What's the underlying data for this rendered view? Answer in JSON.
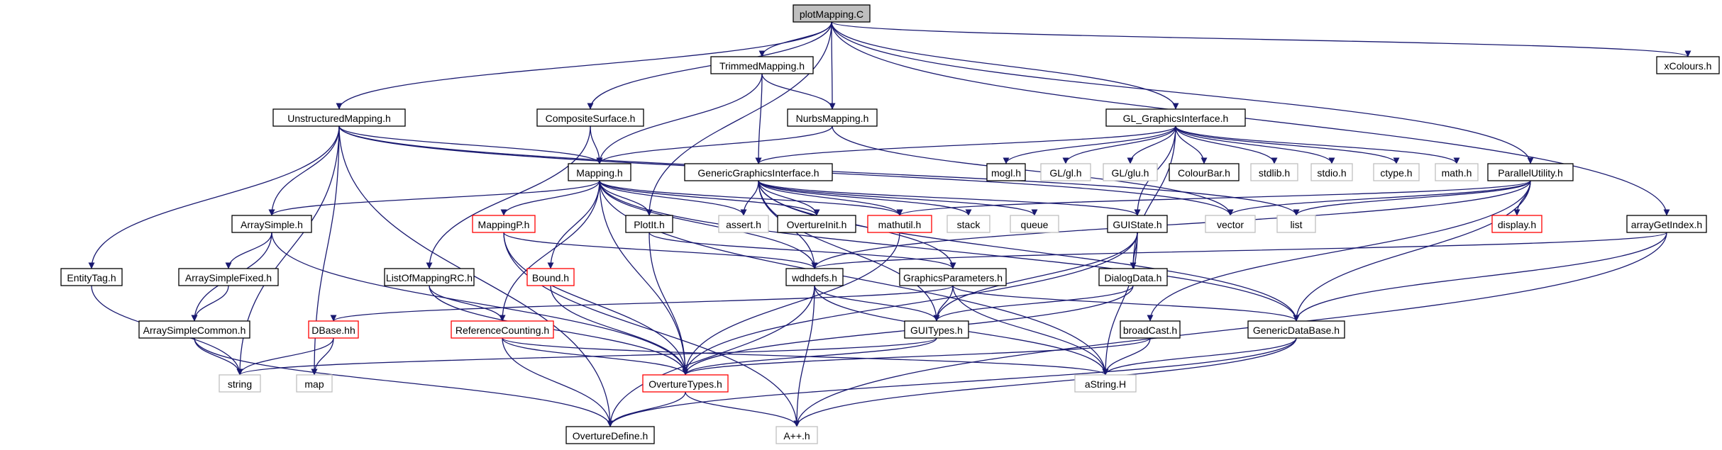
{
  "colors": {
    "edge": "#191970",
    "normal_border": "#000000",
    "missing_border": "#bfbfbf",
    "red_border": "#ff0000",
    "root_fill": "#bfbfbf",
    "fill": "#ffffff"
  },
  "nodes": [
    {
      "id": "plotMapping_C",
      "label": "plotMapping.C",
      "style": "root"
    },
    {
      "id": "TrimmedMapping_h",
      "label": "TrimmedMapping.h",
      "style": "normal"
    },
    {
      "id": "xColours_h",
      "label": "xColours.h",
      "style": "normal"
    },
    {
      "id": "UnstructuredMapping_h",
      "label": "UnstructuredMapping.h",
      "style": "normal"
    },
    {
      "id": "CompositeSurface_h",
      "label": "CompositeSurface.h",
      "style": "normal"
    },
    {
      "id": "NurbsMapping_h",
      "label": "NurbsMapping.h",
      "style": "normal"
    },
    {
      "id": "GL_GraphicsInterface_h",
      "label": "GL_GraphicsInterface.h",
      "style": "normal"
    },
    {
      "id": "Mapping_h",
      "label": "Mapping.h",
      "style": "normal"
    },
    {
      "id": "GenericGraphicsInterface_h",
      "label": "GenericGraphicsInterface.h",
      "style": "normal"
    },
    {
      "id": "mogl_h",
      "label": "mogl.h",
      "style": "normal"
    },
    {
      "id": "GL_gl_h",
      "label": "GL/gl.h",
      "style": "missing"
    },
    {
      "id": "GL_glu_h",
      "label": "GL/glu.h",
      "style": "missing"
    },
    {
      "id": "ColourBar_h",
      "label": "ColourBar.h",
      "style": "normal"
    },
    {
      "id": "stdlib_h",
      "label": "stdlib.h",
      "style": "missing"
    },
    {
      "id": "stdio_h",
      "label": "stdio.h",
      "style": "missing"
    },
    {
      "id": "ctype_h",
      "label": "ctype.h",
      "style": "missing"
    },
    {
      "id": "math_h",
      "label": "math.h",
      "style": "missing"
    },
    {
      "id": "ParallelUtility_h",
      "label": "ParallelUtility.h",
      "style": "normal"
    },
    {
      "id": "ArraySimple_h",
      "label": "ArraySimple.h",
      "style": "normal"
    },
    {
      "id": "MappingP_h",
      "label": "MappingP.h",
      "style": "red"
    },
    {
      "id": "PlotIt_h",
      "label": "PlotIt.h",
      "style": "normal"
    },
    {
      "id": "assert_h",
      "label": "assert.h",
      "style": "missing"
    },
    {
      "id": "OvertureInit_h",
      "label": "OvertureInit.h",
      "style": "normal"
    },
    {
      "id": "mathutil_h",
      "label": "mathutil.h",
      "style": "red"
    },
    {
      "id": "stack",
      "label": "stack",
      "style": "missing"
    },
    {
      "id": "queue",
      "label": "queue",
      "style": "missing"
    },
    {
      "id": "GUIState_h",
      "label": "GUIState.h",
      "style": "normal"
    },
    {
      "id": "vector",
      "label": "vector",
      "style": "missing"
    },
    {
      "id": "list",
      "label": "list",
      "style": "missing"
    },
    {
      "id": "display_h",
      "label": "display.h",
      "style": "red"
    },
    {
      "id": "arrayGetIndex_h",
      "label": "arrayGetIndex.h",
      "style": "normal"
    },
    {
      "id": "EntityTag_h",
      "label": "EntityTag.h",
      "style": "normal"
    },
    {
      "id": "ArraySimpleFixed_h",
      "label": "ArraySimpleFixed.h",
      "style": "normal"
    },
    {
      "id": "ListOfMappingRC_h",
      "label": "ListOfMappingRC.h",
      "style": "normal"
    },
    {
      "id": "Bound_h",
      "label": "Bound.h",
      "style": "red"
    },
    {
      "id": "wdhdefs_h",
      "label": "wdhdefs.h",
      "style": "normal"
    },
    {
      "id": "GraphicsParameters_h",
      "label": "GraphicsParameters.h",
      "style": "normal"
    },
    {
      "id": "DialogData_h",
      "label": "DialogData.h",
      "style": "normal"
    },
    {
      "id": "ArraySimpleCommon_h",
      "label": "ArraySimpleCommon.h",
      "style": "normal"
    },
    {
      "id": "DBase_hh",
      "label": "DBase.hh",
      "style": "red"
    },
    {
      "id": "ReferenceCounting_h",
      "label": "ReferenceCounting.h",
      "style": "red"
    },
    {
      "id": "GUITypes_h",
      "label": "GUITypes.h",
      "style": "normal"
    },
    {
      "id": "broadCast_h",
      "label": "broadCast.h",
      "style": "normal"
    },
    {
      "id": "GenericDataBase_h",
      "label": "GenericDataBase.h",
      "style": "normal"
    },
    {
      "id": "string",
      "label": "string",
      "style": "missing"
    },
    {
      "id": "map",
      "label": "map",
      "style": "missing"
    },
    {
      "id": "OvertureTypes_h",
      "label": "OvertureTypes.h",
      "style": "red"
    },
    {
      "id": "aString_H",
      "label": "aString.H",
      "style": "missing"
    },
    {
      "id": "OvertureDefine_h",
      "label": "OvertureDefine.h",
      "style": "normal"
    },
    {
      "id": "Aplusplus_h",
      "label": "A++.h",
      "style": "missing"
    }
  ],
  "edges": [
    [
      "plotMapping_C",
      "TrimmedMapping_h"
    ],
    [
      "plotMapping_C",
      "xColours_h"
    ],
    [
      "plotMapping_C",
      "UnstructuredMapping_h"
    ],
    [
      "plotMapping_C",
      "CompositeSurface_h"
    ],
    [
      "plotMapping_C",
      "NurbsMapping_h"
    ],
    [
      "plotMapping_C",
      "GL_GraphicsInterface_h"
    ],
    [
      "plotMapping_C",
      "PlotIt_h"
    ],
    [
      "plotMapping_C",
      "ParallelUtility_h"
    ],
    [
      "plotMapping_C",
      "arrayGetIndex_h"
    ],
    [
      "TrimmedMapping_h",
      "NurbsMapping_h"
    ],
    [
      "TrimmedMapping_h",
      "Mapping_h"
    ],
    [
      "TrimmedMapping_h",
      "GenericGraphicsInterface_h"
    ],
    [
      "UnstructuredMapping_h",
      "Mapping_h"
    ],
    [
      "UnstructuredMapping_h",
      "ArraySimple_h"
    ],
    [
      "UnstructuredMapping_h",
      "EntityTag_h"
    ],
    [
      "UnstructuredMapping_h",
      "string"
    ],
    [
      "UnstructuredMapping_h",
      "map"
    ],
    [
      "UnstructuredMapping_h",
      "OvertureDefine_h"
    ],
    [
      "UnstructuredMapping_h",
      "vector"
    ],
    [
      "UnstructuredMapping_h",
      "list"
    ],
    [
      "CompositeSurface_h",
      "Mapping_h"
    ],
    [
      "CompositeSurface_h",
      "ListOfMappingRC_h"
    ],
    [
      "NurbsMapping_h",
      "Mapping_h"
    ],
    [
      "NurbsMapping_h",
      "vector"
    ],
    [
      "GL_GraphicsInterface_h",
      "GenericGraphicsInterface_h"
    ],
    [
      "GL_GraphicsInterface_h",
      "mogl_h"
    ],
    [
      "GL_GraphicsInterface_h",
      "GL_gl_h"
    ],
    [
      "GL_GraphicsInterface_h",
      "GL_glu_h"
    ],
    [
      "GL_GraphicsInterface_h",
      "ColourBar_h"
    ],
    [
      "GL_GraphicsInterface_h",
      "stdlib_h"
    ],
    [
      "GL_GraphicsInterface_h",
      "stdio_h"
    ],
    [
      "GL_GraphicsInterface_h",
      "ctype_h"
    ],
    [
      "GL_GraphicsInterface_h",
      "math_h"
    ],
    [
      "GL_GraphicsInterface_h",
      "DialogData_h"
    ],
    [
      "GL_GraphicsInterface_h",
      "GUIState_h"
    ],
    [
      "Mapping_h",
      "ArraySimple_h"
    ],
    [
      "Mapping_h",
      "MappingP_h"
    ],
    [
      "Mapping_h",
      "PlotIt_h"
    ],
    [
      "Mapping_h",
      "assert_h"
    ],
    [
      "Mapping_h",
      "OvertureInit_h"
    ],
    [
      "Mapping_h",
      "mathutil_h"
    ],
    [
      "Mapping_h",
      "Bound_h"
    ],
    [
      "Mapping_h",
      "wdhdefs_h"
    ],
    [
      "Mapping_h",
      "ReferenceCounting_h"
    ],
    [
      "Mapping_h",
      "GenericDataBase_h"
    ],
    [
      "Mapping_h",
      "aString_H"
    ],
    [
      "Mapping_h",
      "OvertureTypes_h"
    ],
    [
      "GenericGraphicsInterface_h",
      "assert_h"
    ],
    [
      "GenericGraphicsInterface_h",
      "OvertureInit_h"
    ],
    [
      "GenericGraphicsInterface_h",
      "mathutil_h"
    ],
    [
      "GenericGraphicsInterface_h",
      "stack"
    ],
    [
      "GenericGraphicsInterface_h",
      "queue"
    ],
    [
      "GenericGraphicsInterface_h",
      "GUIState_h"
    ],
    [
      "GenericGraphicsInterface_h",
      "GraphicsParameters_h"
    ],
    [
      "GenericGraphicsInterface_h",
      "GUITypes_h"
    ],
    [
      "GenericGraphicsInterface_h",
      "wdhdefs_h"
    ],
    [
      "GenericGraphicsInterface_h",
      "GenericDataBase_h"
    ],
    [
      "ParallelUtility_h",
      "mathutil_h"
    ],
    [
      "ParallelUtility_h",
      "vector"
    ],
    [
      "ParallelUtility_h",
      "list"
    ],
    [
      "ParallelUtility_h",
      "display_h"
    ],
    [
      "ParallelUtility_h",
      "broadCast_h"
    ],
    [
      "ParallelUtility_h",
      "GenericDataBase_h"
    ],
    [
      "ParallelUtility_h",
      "wdhdefs_h"
    ],
    [
      "ArraySimple_h",
      "ArraySimpleFixed_h"
    ],
    [
      "ArraySimple_h",
      "ArraySimpleCommon_h"
    ],
    [
      "ArraySimple_h",
      "OvertureTypes_h"
    ],
    [
      "ArraySimpleFixed_h",
      "ArraySimpleCommon_h"
    ],
    [
      "ArraySimpleCommon_h",
      "string"
    ],
    [
      "ArraySimpleCommon_h",
      "OvertureDefine_h"
    ],
    [
      "EntityTag_h",
      "string"
    ],
    [
      "MappingP_h",
      "wdhdefs_h"
    ],
    [
      "MappingP_h",
      "OvertureTypes_h"
    ],
    [
      "MappingP_h",
      "Aplusplus_h"
    ],
    [
      "PlotIt_h",
      "OvertureTypes_h"
    ],
    [
      "PlotIt_h",
      "GraphicsParameters_h"
    ],
    [
      "mathutil_h",
      "OvertureTypes_h"
    ],
    [
      "Bound_h",
      "OvertureTypes_h"
    ],
    [
      "ListOfMappingRC_h",
      "ReferenceCounting_h"
    ],
    [
      "ListOfMappingRC_h",
      "OvertureTypes_h"
    ],
    [
      "ReferenceCounting_h",
      "OvertureTypes_h"
    ],
    [
      "ReferenceCounting_h",
      "OvertureDefine_h"
    ],
    [
      "ReferenceCounting_h",
      "aString_H"
    ],
    [
      "wdhdefs_h",
      "GUITypes_h"
    ],
    [
      "wdhdefs_h",
      "aString_H"
    ],
    [
      "wdhdefs_h",
      "OvertureDefine_h"
    ],
    [
      "wdhdefs_h",
      "Aplusplus_h"
    ],
    [
      "GraphicsParameters_h",
      "GUITypes_h"
    ],
    [
      "GraphicsParameters_h",
      "DBase_hh"
    ],
    [
      "GraphicsParameters_h",
      "aString_H"
    ],
    [
      "GraphicsParameters_h",
      "GenericDataBase_h"
    ],
    [
      "GUIState_h",
      "DialogData_h"
    ],
    [
      "GUIState_h",
      "GUITypes_h"
    ],
    [
      "GUIState_h",
      "aString_H"
    ],
    [
      "GUIState_h",
      "OvertureTypes_h"
    ],
    [
      "DialogData_h",
      "GUITypes_h"
    ],
    [
      "DialogData_h",
      "OvertureTypes_h"
    ],
    [
      "DBase_hh",
      "string"
    ],
    [
      "DBase_hh",
      "map"
    ],
    [
      "GUITypes_h",
      "string"
    ],
    [
      "GUITypes_h",
      "OvertureTypes_h"
    ],
    [
      "broadCast_h",
      "aString_H"
    ],
    [
      "broadCast_h",
      "OvertureTypes_h"
    ],
    [
      "GenericDataBase_h",
      "aString_H"
    ],
    [
      "GenericDataBase_h",
      "OvertureDefine_h"
    ],
    [
      "GenericDataBase_h",
      "Aplusplus_h"
    ],
    [
      "arrayGetIndex_h",
      "GenericDataBase_h"
    ],
    [
      "arrayGetIndex_h",
      "Aplusplus_h"
    ],
    [
      "arrayGetIndex_h",
      "wdhdefs_h"
    ],
    [
      "OvertureTypes_h",
      "OvertureDefine_h"
    ],
    [
      "OvertureTypes_h",
      "Aplusplus_h"
    ]
  ]
}
